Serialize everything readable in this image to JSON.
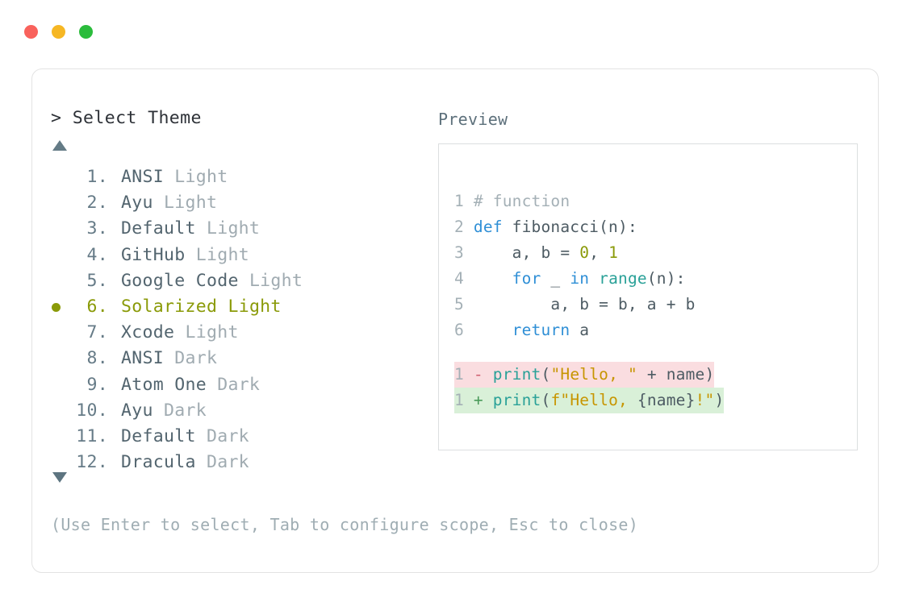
{
  "window": {
    "buttons": [
      {
        "name": "close",
        "color": "#f9625c"
      },
      {
        "name": "minimize",
        "color": "#f6b724"
      },
      {
        "name": "maximize",
        "color": "#2bbc3c"
      }
    ]
  },
  "left": {
    "prompt": "> Select Theme",
    "scroll_up_icon": "triangle-up-icon",
    "scroll_down_icon": "triangle-down-icon",
    "selected_index": 6,
    "selected_color": "#8a9a08",
    "items": [
      {
        "num": "1.",
        "name": "ANSI",
        "variant": "Light",
        "selected": false
      },
      {
        "num": "2.",
        "name": "Ayu",
        "variant": "Light",
        "selected": false
      },
      {
        "num": "3.",
        "name": "Default",
        "variant": "Light",
        "selected": false
      },
      {
        "num": "4.",
        "name": "GitHub",
        "variant": "Light",
        "selected": false
      },
      {
        "num": "5.",
        "name": "Google Code",
        "variant": "Light",
        "selected": false
      },
      {
        "num": "6.",
        "name": "Solarized",
        "variant": "Light",
        "selected": true
      },
      {
        "num": "7.",
        "name": "Xcode",
        "variant": "Light",
        "selected": false
      },
      {
        "num": "8.",
        "name": "ANSI",
        "variant": "Dark",
        "selected": false
      },
      {
        "num": "9.",
        "name": "Atom One",
        "variant": "Dark",
        "selected": false
      },
      {
        "num": "10.",
        "name": "Ayu",
        "variant": "Dark",
        "selected": false
      },
      {
        "num": "11.",
        "name": "Default",
        "variant": "Dark",
        "selected": false
      },
      {
        "num": "12.",
        "name": "Dracula",
        "variant": "Dark",
        "selected": false
      }
    ]
  },
  "right": {
    "label": "Preview",
    "code_lines": [
      {
        "ln": "1",
        "tokens": [
          {
            "t": "# function",
            "c": "cmt"
          }
        ]
      },
      {
        "ln": "2",
        "tokens": [
          {
            "t": "def",
            "c": "kw"
          },
          {
            "t": " fibonacci(n):",
            "c": "plain"
          }
        ]
      },
      {
        "ln": "3",
        "tokens": [
          {
            "t": "    a, b = ",
            "c": "plain"
          },
          {
            "t": "0",
            "c": "num"
          },
          {
            "t": ", ",
            "c": "plain"
          },
          {
            "t": "1",
            "c": "num"
          }
        ]
      },
      {
        "ln": "4",
        "tokens": [
          {
            "t": "    ",
            "c": "plain"
          },
          {
            "t": "for",
            "c": "kw"
          },
          {
            "t": " _ ",
            "c": "plain"
          },
          {
            "t": "in",
            "c": "kw"
          },
          {
            "t": " ",
            "c": "plain"
          },
          {
            "t": "range",
            "c": "fn"
          },
          {
            "t": "(n):",
            "c": "plain"
          }
        ]
      },
      {
        "ln": "5",
        "tokens": [
          {
            "t": "        a, b = b, a + b",
            "c": "plain"
          }
        ]
      },
      {
        "ln": "6",
        "tokens": [
          {
            "t": "    ",
            "c": "plain"
          },
          {
            "t": "return",
            "c": "kw"
          },
          {
            "t": " a",
            "c": "plain"
          }
        ]
      }
    ],
    "diff_lines": [
      {
        "ln": "1",
        "marker": "-",
        "kind": "del",
        "tokens": [
          {
            "t": "print",
            "c": "fn"
          },
          {
            "t": "(",
            "c": "plain"
          },
          {
            "t": "\"Hello, \"",
            "c": "str"
          },
          {
            "t": " + name)",
            "c": "plain"
          }
        ]
      },
      {
        "ln": "1",
        "marker": "+",
        "kind": "add",
        "tokens": [
          {
            "t": "print",
            "c": "fn"
          },
          {
            "t": "(",
            "c": "plain"
          },
          {
            "t": "f\"Hello, ",
            "c": "str"
          },
          {
            "t": "{name}",
            "c": "plain"
          },
          {
            "t": "!\"",
            "c": "str"
          },
          {
            "t": ")",
            "c": "plain"
          }
        ]
      }
    ],
    "diff_del_bg": "#fadde0",
    "diff_add_bg": "#d9f0d8"
  },
  "footer": {
    "hint": "(Use Enter to select, Tab to configure scope, Esc to close)"
  }
}
